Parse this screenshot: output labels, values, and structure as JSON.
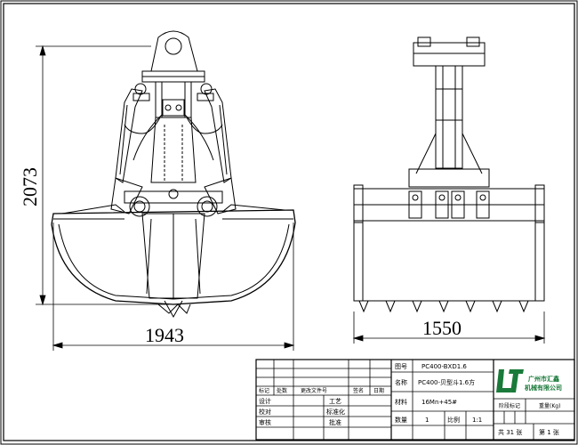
{
  "drawing": {
    "dimensions": {
      "height": "2073",
      "front_width": "1943",
      "side_width": "1550"
    }
  },
  "title_block": {
    "row_headers": [
      "标记",
      "处数",
      "更改文件号",
      "签名",
      "日期"
    ],
    "left_labels": [
      "设计",
      "校对",
      "审核"
    ],
    "mid_labels": [
      "工艺",
      "标准化",
      "批准"
    ],
    "drawing_no_label": "图号",
    "drawing_no": "PC400-BXD1.6",
    "name_label": "名称",
    "name": "PC400-贝型斗1.6方",
    "material_label": "材料",
    "material": "16Mn+45#",
    "qty_label": "数量",
    "qty": "1",
    "scale_label": "比例",
    "scale": "1:1",
    "company_line1": "广州市汇鑫",
    "company_line2": "机械有限公司",
    "stage_mark": "阶段标记",
    "weight_label": "重量(Kg)",
    "total_sheets": "共 31 张",
    "sheet_no": "第 1 张"
  }
}
